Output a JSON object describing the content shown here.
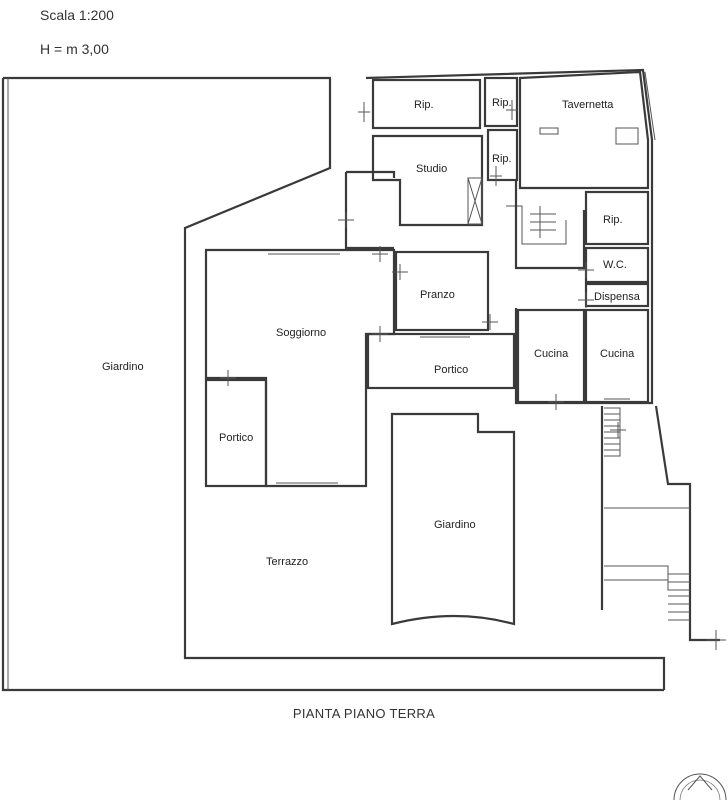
{
  "header": {
    "scale": "Scala 1:200",
    "height": "H = m 3,00"
  },
  "caption": "PIANTA PIANO TERRA",
  "rooms": {
    "giardino_left": "Giardino",
    "rip_1": "Rip.",
    "rip_2": "Rip.",
    "rip_3": "Rip.",
    "rip_4": "Rip.",
    "tavernetta": "Tavernetta",
    "studio": "Studio",
    "wc": "W.C.",
    "dispensa": "Dispensa",
    "pranzo": "Pranzo",
    "soggiorno": "Soggiorno",
    "portico_main": "Portico",
    "portico_side": "Portico",
    "cucina_1": "Cucina",
    "cucina_2": "Cucina",
    "terrazzo": "Terrazzo",
    "giardino_center": "Giardino"
  },
  "colors": {
    "wall": "#3a3a3a",
    "line": "#555555"
  }
}
